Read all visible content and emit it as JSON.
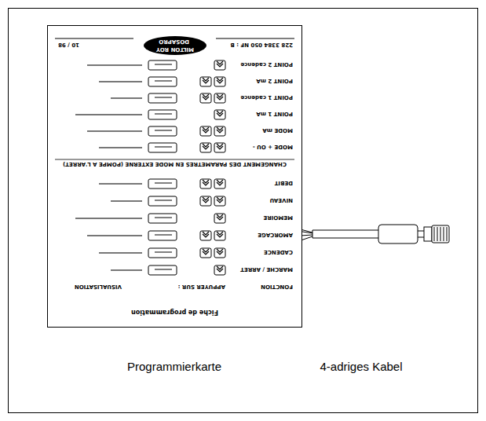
{
  "diagram": {
    "labels": [
      "Fiche de programmation",
      "FONCTION",
      "APPUYER SUR :",
      "VISUALISATION",
      "MARCHE / ARRET",
      "CADENCE",
      "AMORCAGE",
      "MEMOIRE",
      "NIVEAU",
      "DEBIT",
      "CHANGEMENT DES PARAMETRES EN MODE EXTERNE (POMPE A L'ARRET)",
      "MODE + OU -",
      "MODE mA",
      "POINT 1 mA",
      "POINT 1 cadence",
      "POINT 2 mA",
      "POINT 2 cadence",
      "MILTON ROY",
      "DOSAPRO",
      "228 3384 050 NF : B",
      "10 / 98",
      "Programmierkarte",
      "4-adriges Kabel"
    ]
  }
}
